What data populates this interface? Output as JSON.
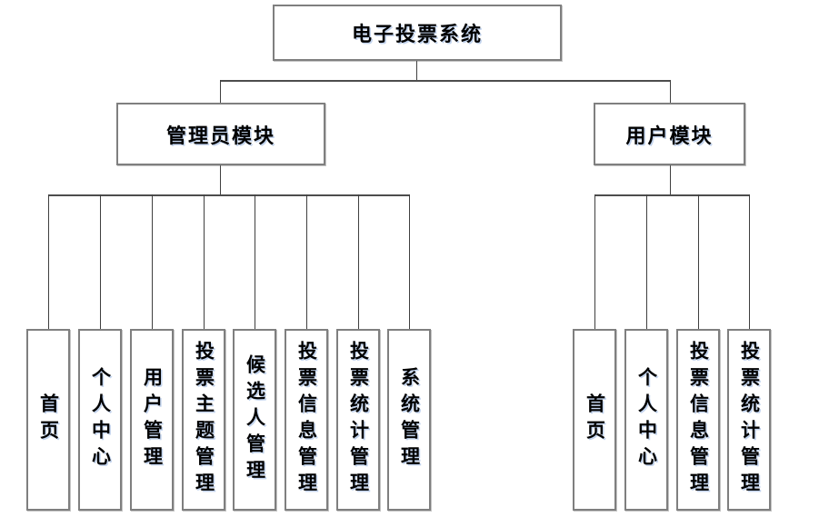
{
  "diagram": {
    "title": "电子投票系统",
    "root": {
      "label": "电子投票系统"
    },
    "modules": [
      {
        "label": "管理员模块",
        "children": [
          "首页",
          "个人中心",
          "用户管理",
          "投票主题管理",
          "候选人管理",
          "投票信息管理",
          "投票统计管理",
          "系统管理"
        ]
      },
      {
        "label": "用户模块",
        "children": [
          "首页",
          "个人中心",
          "投票信息管理",
          "投票统计管理"
        ]
      }
    ]
  },
  "colors": {
    "background": "#ffffff",
    "box_border": "#7f7f7f",
    "connector_line": "#3f3f3f",
    "text": "#000000",
    "text_shadow": "#b9cdeb"
  }
}
